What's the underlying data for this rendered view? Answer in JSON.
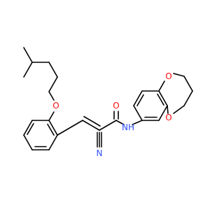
{
  "colors": {
    "background": "#ffffff",
    "bond": "#000000",
    "oxygen": "#ff0d0d",
    "nitrogen": "#3050f8"
  },
  "atom_labels": {
    "ether_oxygen": "O",
    "amide_oxygen": "O",
    "nitrile_nitrogen": "N",
    "amide_nh": "NH",
    "dioxane_oxygen_top": "O",
    "dioxane_oxygen_bottom": "O"
  }
}
